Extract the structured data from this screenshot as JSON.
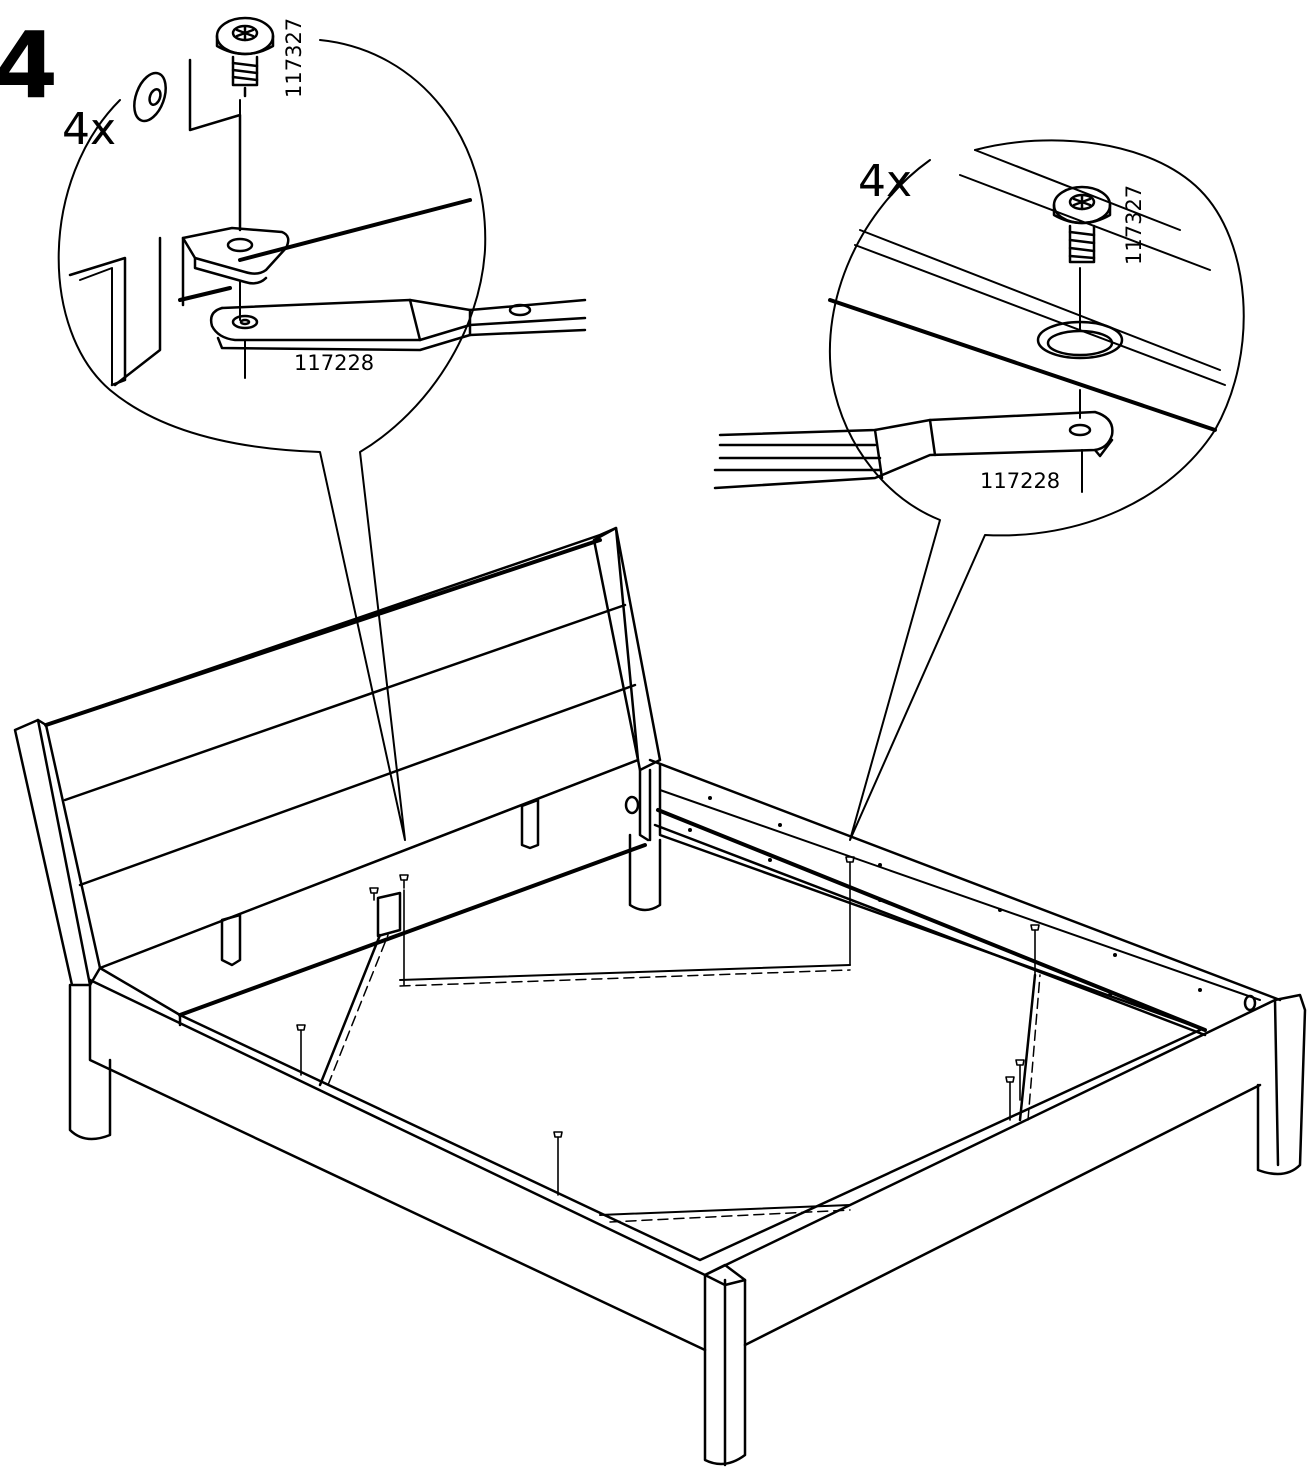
{
  "step": {
    "number": "4"
  },
  "detail_left": {
    "quantity": "4x",
    "screw_part": "117327",
    "bracket_part": "117228"
  },
  "detail_right": {
    "quantity": "4x",
    "screw_part": "117327",
    "bracket_part": "117228"
  }
}
